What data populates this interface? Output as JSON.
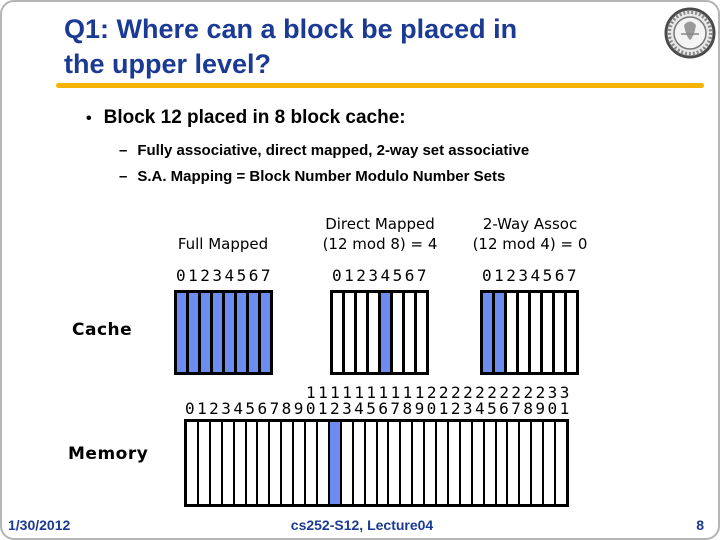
{
  "slide": {
    "title_lines": [
      "Q1: Where can a block be placed in",
      "the upper level?"
    ],
    "bullet_char": "•",
    "dash_char": "–",
    "bullet": "Block 12 placed in 8 block cache:",
    "sub_bullets": [
      "Fully associative, direct mapped, 2-way set associative",
      "S.A. Mapping = Block Number Modulo Number Sets"
    ]
  },
  "diagram": {
    "cache_label": "Cache",
    "memory_label": "Memory",
    "columns": [
      {
        "header_lines": [
          "Full Mapped"
        ],
        "index_row": "01234567",
        "cells": [
          1,
          1,
          1,
          1,
          1,
          1,
          1,
          1
        ]
      },
      {
        "header_lines": [
          "Direct Mapped",
          "(12 mod 8) = 4"
        ],
        "index_row": "01234567",
        "cells": [
          0,
          0,
          0,
          0,
          1,
          0,
          0,
          0
        ]
      },
      {
        "header_lines": [
          "2-Way Assoc",
          "(12 mod 4) = 0"
        ],
        "index_row": "01234567",
        "cells": [
          1,
          1,
          0,
          0,
          0,
          0,
          0,
          0
        ]
      }
    ],
    "memory": {
      "tens_row": "1111111111222222222233",
      "units_row": "01234567890123456789012345678901",
      "cells": [
        0,
        0,
        0,
        0,
        0,
        0,
        0,
        0,
        0,
        0,
        0,
        0,
        1,
        0,
        0,
        0,
        0,
        0,
        0,
        0,
        0,
        0,
        0,
        0,
        0,
        0,
        0,
        0,
        0,
        0,
        0,
        0
      ]
    }
  },
  "footer": {
    "date": "1/30/2012",
    "course": "cs252-S12, Lecture04",
    "page": "8"
  },
  "colors": {
    "title_navy": "#1B3A94",
    "accent_gold": "#F5B201",
    "block_highlight": "#6C8CEF"
  },
  "icons": {
    "seal": "university-seal"
  }
}
